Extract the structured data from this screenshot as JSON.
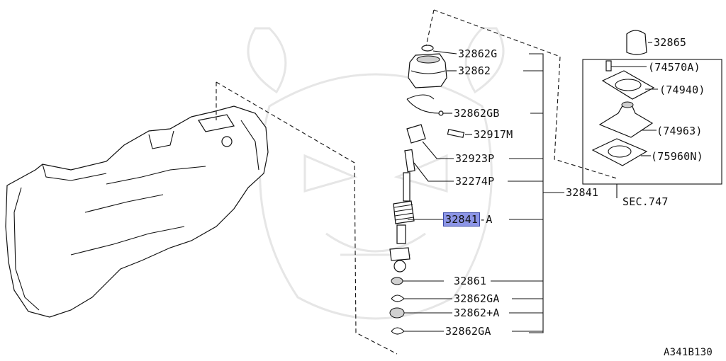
{
  "figure_code": "A341B130",
  "section_ref": "SEC.747",
  "labels": {
    "p32865": "32865",
    "p74570A": "(74570A)",
    "p74940": "(74940)",
    "p74963": "(74963)",
    "p75960N": "(75960N)",
    "p32862G": "32862G",
    "p32862": "32862",
    "p32862GB": "32862GB",
    "p32917M": "32917M",
    "p32923P": "32923P",
    "p32274P": "32274P",
    "p32841": "32841",
    "p32841A_num": "32841",
    "p32841A_suffix": "A",
    "p32861": "32861",
    "p32862GA_1": "32862GA",
    "p32862A": "32862+A",
    "p32862GA_2": "32862GA"
  },
  "colors": {
    "highlight": "#8c95e6",
    "line": "#111111"
  }
}
